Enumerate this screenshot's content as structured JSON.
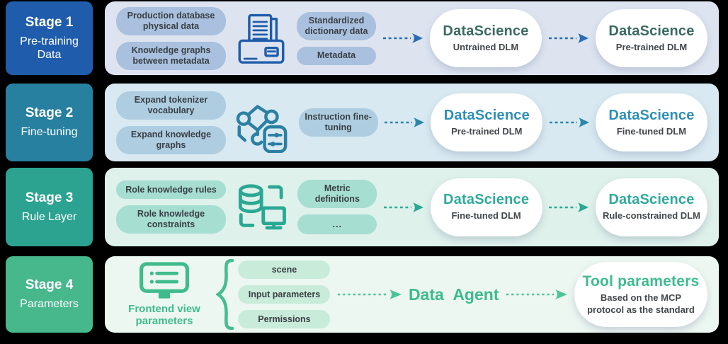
{
  "canvas": {
    "background": "#000000"
  },
  "stages": [
    {
      "id": "stage-1",
      "label": {
        "title": "Stage 1",
        "subtitle": "Pre-training Data"
      },
      "colors": {
        "label_bg": "#1f5cab",
        "panel_bg": "#dde4f0",
        "pill_bg": "#a9c0de",
        "arrow": "#2b6cb4",
        "node_title": "#3b6b60",
        "icon": "#1e5caa"
      },
      "icon": "archive-box-icon",
      "pills_left": [
        "Production database physical data",
        "Knowledge graphs between metadata"
      ],
      "pills_right": [
        "Standardized dictionary data",
        "Metadata"
      ],
      "nodes": [
        {
          "title": "DataScience",
          "subtitle": "Untrained DLM"
        },
        {
          "title": "DataScience",
          "subtitle": "Pre-trained DLM"
        }
      ]
    },
    {
      "id": "stage-2",
      "label": {
        "title": "Stage 2",
        "subtitle": "Fine-tuning"
      },
      "colors": {
        "label_bg": "#27809f",
        "panel_bg": "#d8e9f1",
        "pill_bg": "#aecde0",
        "arrow": "#2d87a8",
        "node_title": "#2e8fb7",
        "icon": "#2b7fa3"
      },
      "icon": "knowledge-graph-icon",
      "pills_left": [
        "Expand tokenizer vocabulary",
        "Expand knowledge graphs"
      ],
      "pills_right": [
        "Instruction fine-tuning"
      ],
      "nodes": [
        {
          "title": "DataScience",
          "subtitle": "Pre-trained DLM"
        },
        {
          "title": "DataScience",
          "subtitle": "Fine-tuned DLM"
        }
      ]
    },
    {
      "id": "stage-3",
      "label": {
        "title": "Stage 3",
        "subtitle": "Rule Layer"
      },
      "colors": {
        "label_bg": "#2ca390",
        "panel_bg": "#def1ea",
        "pill_bg": "#a6ded1",
        "arrow": "#2aa893",
        "node_title": "#2faa9b",
        "icon": "#2aa893"
      },
      "icon": "database-monitor-icon",
      "pills_left": [
        "Role knowledge rules",
        "Role knowledge constraints"
      ],
      "pills_right": [
        "Metric definitions",
        "..."
      ],
      "nodes": [
        {
          "title": "DataScience",
          "subtitle": "Fine-tuned DLM"
        },
        {
          "title": "DataScience",
          "subtitle": "Rule-constrained DLM"
        }
      ]
    },
    {
      "id": "stage-4",
      "label": {
        "title": "Stage 4",
        "subtitle": "Parameters"
      },
      "colors": {
        "label_bg": "#47b78c",
        "panel_bg": "#ecf7f1",
        "pill_bg": "#c8ecd9",
        "arrow": "#4ec39a",
        "node_title": "#3fbb90",
        "icon": "#3fbb8c"
      },
      "icon": "frontend-monitor-icon",
      "source_caption": "Frontend view parameters",
      "pills": [
        "scene",
        "Input parameters",
        "Permissions"
      ],
      "agent_label": "Data Agent",
      "node": {
        "title": "Tool parameters",
        "subtitle": "Based on the MCP protocol as the standard"
      }
    }
  ]
}
